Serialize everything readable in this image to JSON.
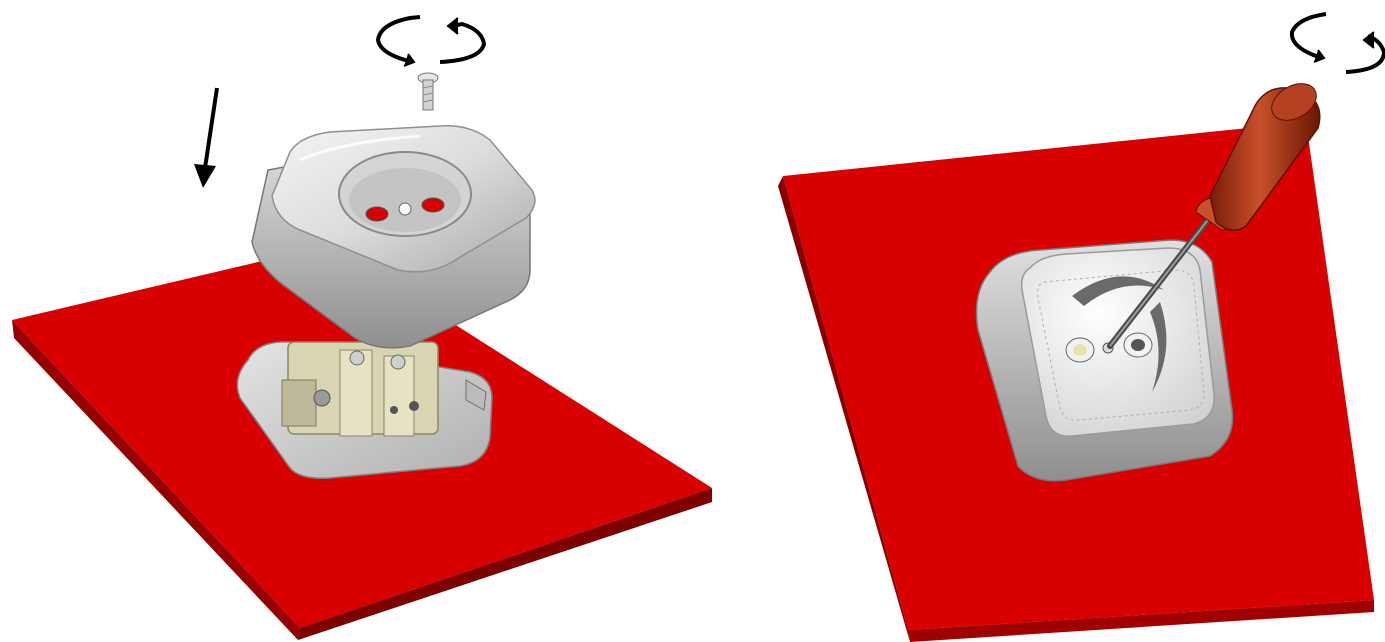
{
  "figure": {
    "panels": [
      {
        "id": "left",
        "description_icon": "exploded-socket-assembly"
      },
      {
        "id": "right",
        "description_icon": "socket-screwdriver-fastening"
      }
    ],
    "colors": {
      "board_top": "#d80000",
      "board_side": "#960000",
      "board_edge": "#6e0000",
      "socket_cover": "#e6e6e6",
      "socket_shadow": "#9a9a9a",
      "base_plate": "#c9c9c9",
      "terminal_block": "#d9d5b2",
      "screwdriver_handle": "#b53a1a",
      "screwdriver_shaft": "#7f7f7f",
      "arrow": "#000000"
    },
    "icons": [
      "rotate-arrows-icon",
      "down-arrow-icon",
      "screw-icon",
      "screwdriver-icon"
    ]
  }
}
